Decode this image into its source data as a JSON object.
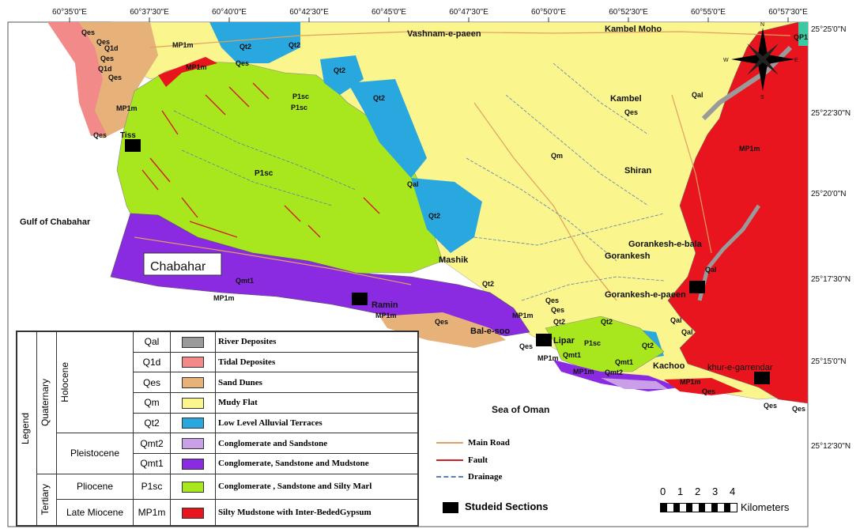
{
  "top_coords": [
    "60°35'0\"E",
    "60°37'30\"E",
    "60°40'0\"E",
    "60°42'30\"E",
    "60°45'0\"E",
    "60°47'30\"E",
    "60°50'0\"E",
    "60°52'30\"E",
    "60°55'0\"E",
    "60°57'30\"E"
  ],
  "right_coords": [
    "25°25'0\"N",
    "25°22'30\"N",
    "25°20'0\"N",
    "25°17'30\"N",
    "25°15'0\"N",
    "25°12'30\"N"
  ],
  "places": {
    "vashnam": "Vashnam-e-paeen",
    "kambel_moho": "Kambel Moho",
    "kambel": "Kambel",
    "shiran": "Shiran",
    "gulf": "Gulf of Chabahar",
    "chabahar": "Chabahar",
    "mashik": "Mashik",
    "gorankesh_bala": "Gorankesh-e-bala",
    "gorankesh": "Gorankesh",
    "gorankesh_paeen": "Gorankesh-e-paeen",
    "ramin": "Ramin",
    "bal_soo": "Bal-e-soo",
    "lipar": "Lipar",
    "kachoo": "Kachoo",
    "khur": "khur-e-garrendar",
    "tiss": "Tiss",
    "sea": "Sea of Oman"
  },
  "map_labels": {
    "qes1": "Qes",
    "q1d": "Q1d",
    "qes2": "Qes",
    "qes3": "Qes",
    "mp1m_a": "MP1m",
    "mp1m_b": "MP1m",
    "q1d2": "Q1d",
    "qt2_a": "Qt2",
    "qt2_b": "Qt2",
    "qt2_c": "Qt2",
    "qt2_d": "Qt2",
    "qt2_e": "Qt2",
    "qt2_f": "Qt2",
    "qt2_g": "Qt2",
    "qt2_h": "Qt2",
    "qes_top": "Qes",
    "p1sc_a": "P1sc",
    "p1sc_b": "P1sc",
    "p1sc_main": "P1sc",
    "p1sc_c": "P1sc",
    "qal_a": "Qal",
    "qal_b": "Qal",
    "qal_c": "Qal",
    "qal_d": "Qal",
    "qal_e": "Qal",
    "qm": "Qm",
    "qes_k": "Qes",
    "mp1m_e": "MP1m",
    "qmt1_a": "Qmt1",
    "mp1m_c": "MP1m",
    "mp1m_d": "MP1m",
    "qes_b": "Qes",
    "qes_c": "Qes",
    "qes_d": "Qes",
    "qes_e": "Qes",
    "qes_f": "Qes",
    "qes_g": "Qes",
    "qes_h": "Qes",
    "qmt1_b": "Qmt1",
    "qmt1_c": "Qmt1",
    "qmt2": "Qmt2",
    "mp1m_f": "MP1m",
    "mp1m_g": "MP1m",
    "mp1m_h": "MP1m",
    "mp1m_i": "MP1m",
    "qp1": "QP1",
    "qt2_i": "Qt2",
    "qes_i": "Qes",
    "qes_j": "Qes"
  },
  "legend": {
    "title": "Legend",
    "quaternary": "Quaternary",
    "tertiary": "Tertiary",
    "holocene": "Holocene",
    "pleistocene": "Pleistocene",
    "pliocene": "Pliocene",
    "late_miocene": "Late Miocene",
    "units": [
      {
        "code": "Qal",
        "desc": "River Deposites",
        "color": "#9a9a9a"
      },
      {
        "code": "Q1d",
        "desc": "Tidal Deposites",
        "color": "#f28a8a"
      },
      {
        "code": "Qes",
        "desc": "Sand Dunes",
        "color": "#e6b27a"
      },
      {
        "code": "Qm",
        "desc": "Mudy Flat",
        "color": "#fbf58e"
      },
      {
        "code": "Qt2",
        "desc": "Low Level Alluvial Terraces",
        "color": "#29a8e0"
      },
      {
        "code": "Qmt2",
        "desc": "Conglomerate and Sandstone",
        "color": "#c9a0e8"
      },
      {
        "code": "Qmt1",
        "desc": "Conglomerate, Sandstone and Mudstone",
        "color": "#8a2be2"
      },
      {
        "code": "P1sc",
        "desc": "Conglomerate , Sandstone and Silty Marl",
        "color": "#a8e61d"
      },
      {
        "code": "MP1m",
        "desc": "Silty Mudstone with Inter-BededGypsum",
        "color": "#e8141e"
      }
    ]
  },
  "line_legend": {
    "road": "Main Road",
    "road_color": "#e0a060",
    "fault": "Fault",
    "fault_color": "#d02020",
    "drainage": "Drainage",
    "drainage_color": "#5a7fb0"
  },
  "sections_label": "Studeid Sections",
  "scale": {
    "ticks": [
      "0",
      "1",
      "2",
      "3",
      "4"
    ],
    "unit": "Kilometers"
  },
  "compass": {
    "n": "N",
    "s": "S",
    "e": "E",
    "w": "W"
  }
}
